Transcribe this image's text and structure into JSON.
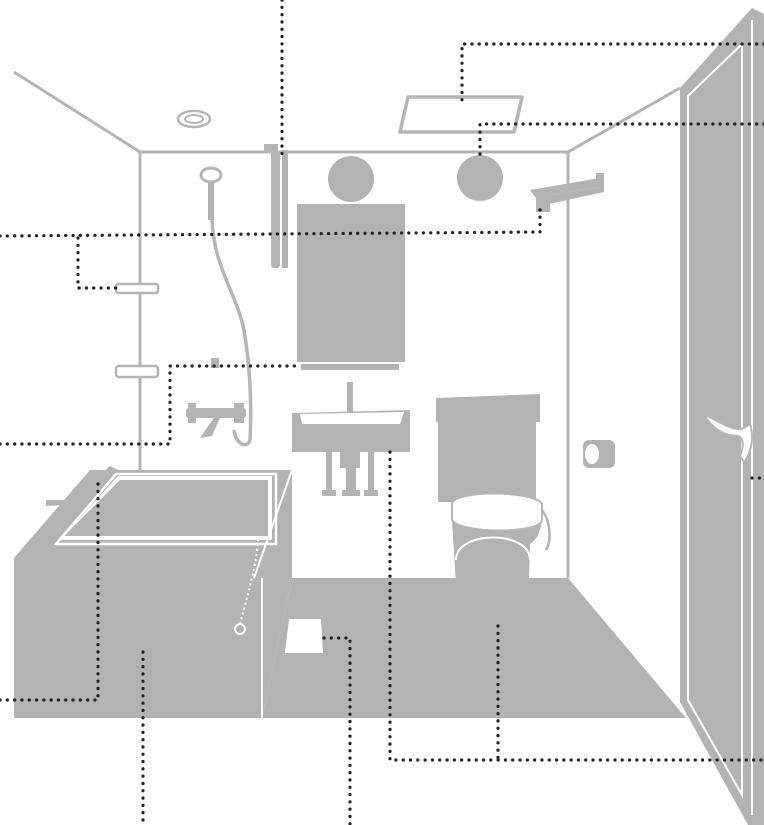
{
  "diagram": {
    "kind": "bathroom unit bath illustration with leader lines",
    "colors": {
      "fixture": "#b3b3b3",
      "outline": "#b5b5b5",
      "leader": "#222222",
      "background": "#ffffff"
    },
    "parts": [
      "ceiling-vent",
      "ceiling-light",
      "wall-lamp-left",
      "wall-lamp-right",
      "towel-rail",
      "shower-head",
      "shower-hose",
      "shower-faucet",
      "wall-shelf",
      "soap-dish",
      "mirror",
      "washbasin",
      "basin-faucet",
      "towel-rack",
      "toilet",
      "paper-holder",
      "bathtub",
      "bath-grab-bar",
      "floor-drain-cover",
      "door",
      "door-handle"
    ]
  }
}
